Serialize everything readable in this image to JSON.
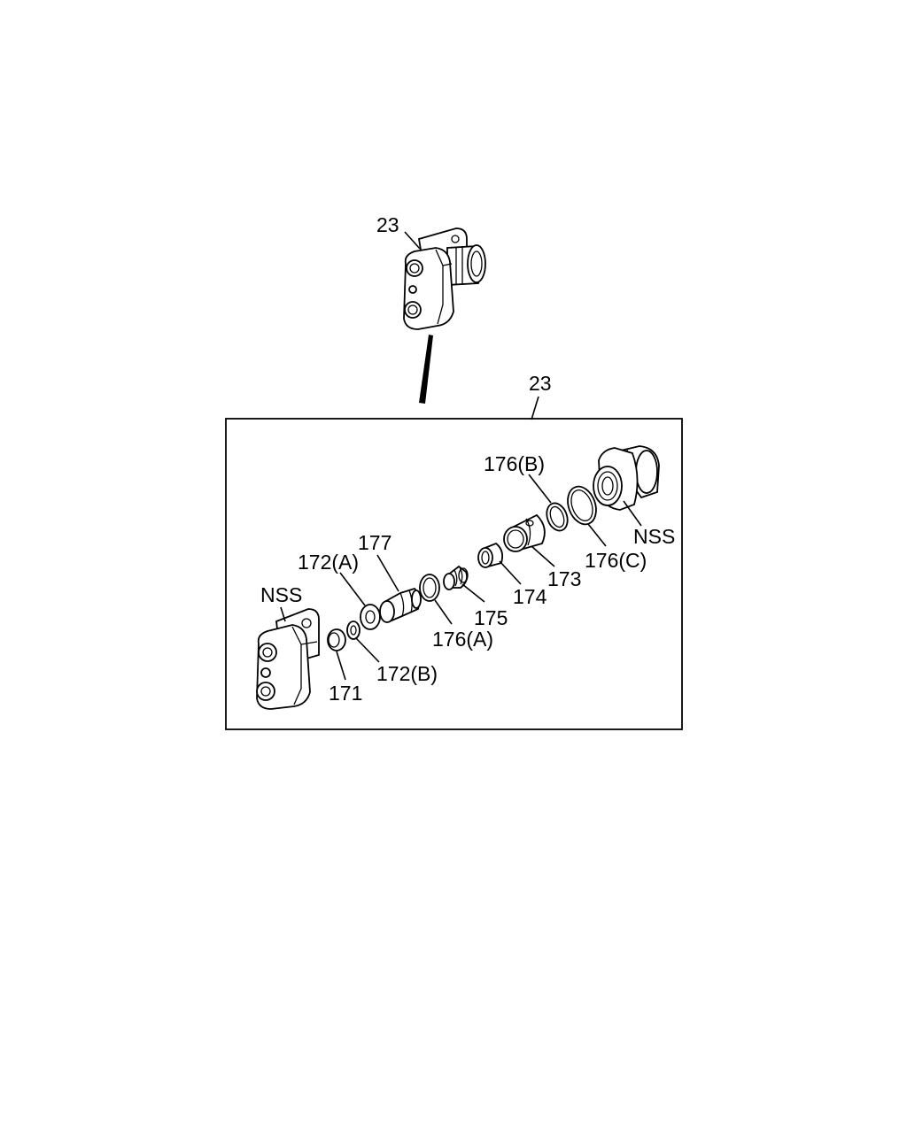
{
  "labels": {
    "assembly_top": "23",
    "assembly_box": "23",
    "nss_left": "NSS",
    "nss_right": "NSS",
    "p171": "171",
    "p172a": "172(A)",
    "p172b": "172(B)",
    "p173": "173",
    "p174": "174",
    "p175": "175",
    "p176a": "176(A)",
    "p176b": "176(B)",
    "p176c": "176(C)",
    "p177": "177"
  }
}
